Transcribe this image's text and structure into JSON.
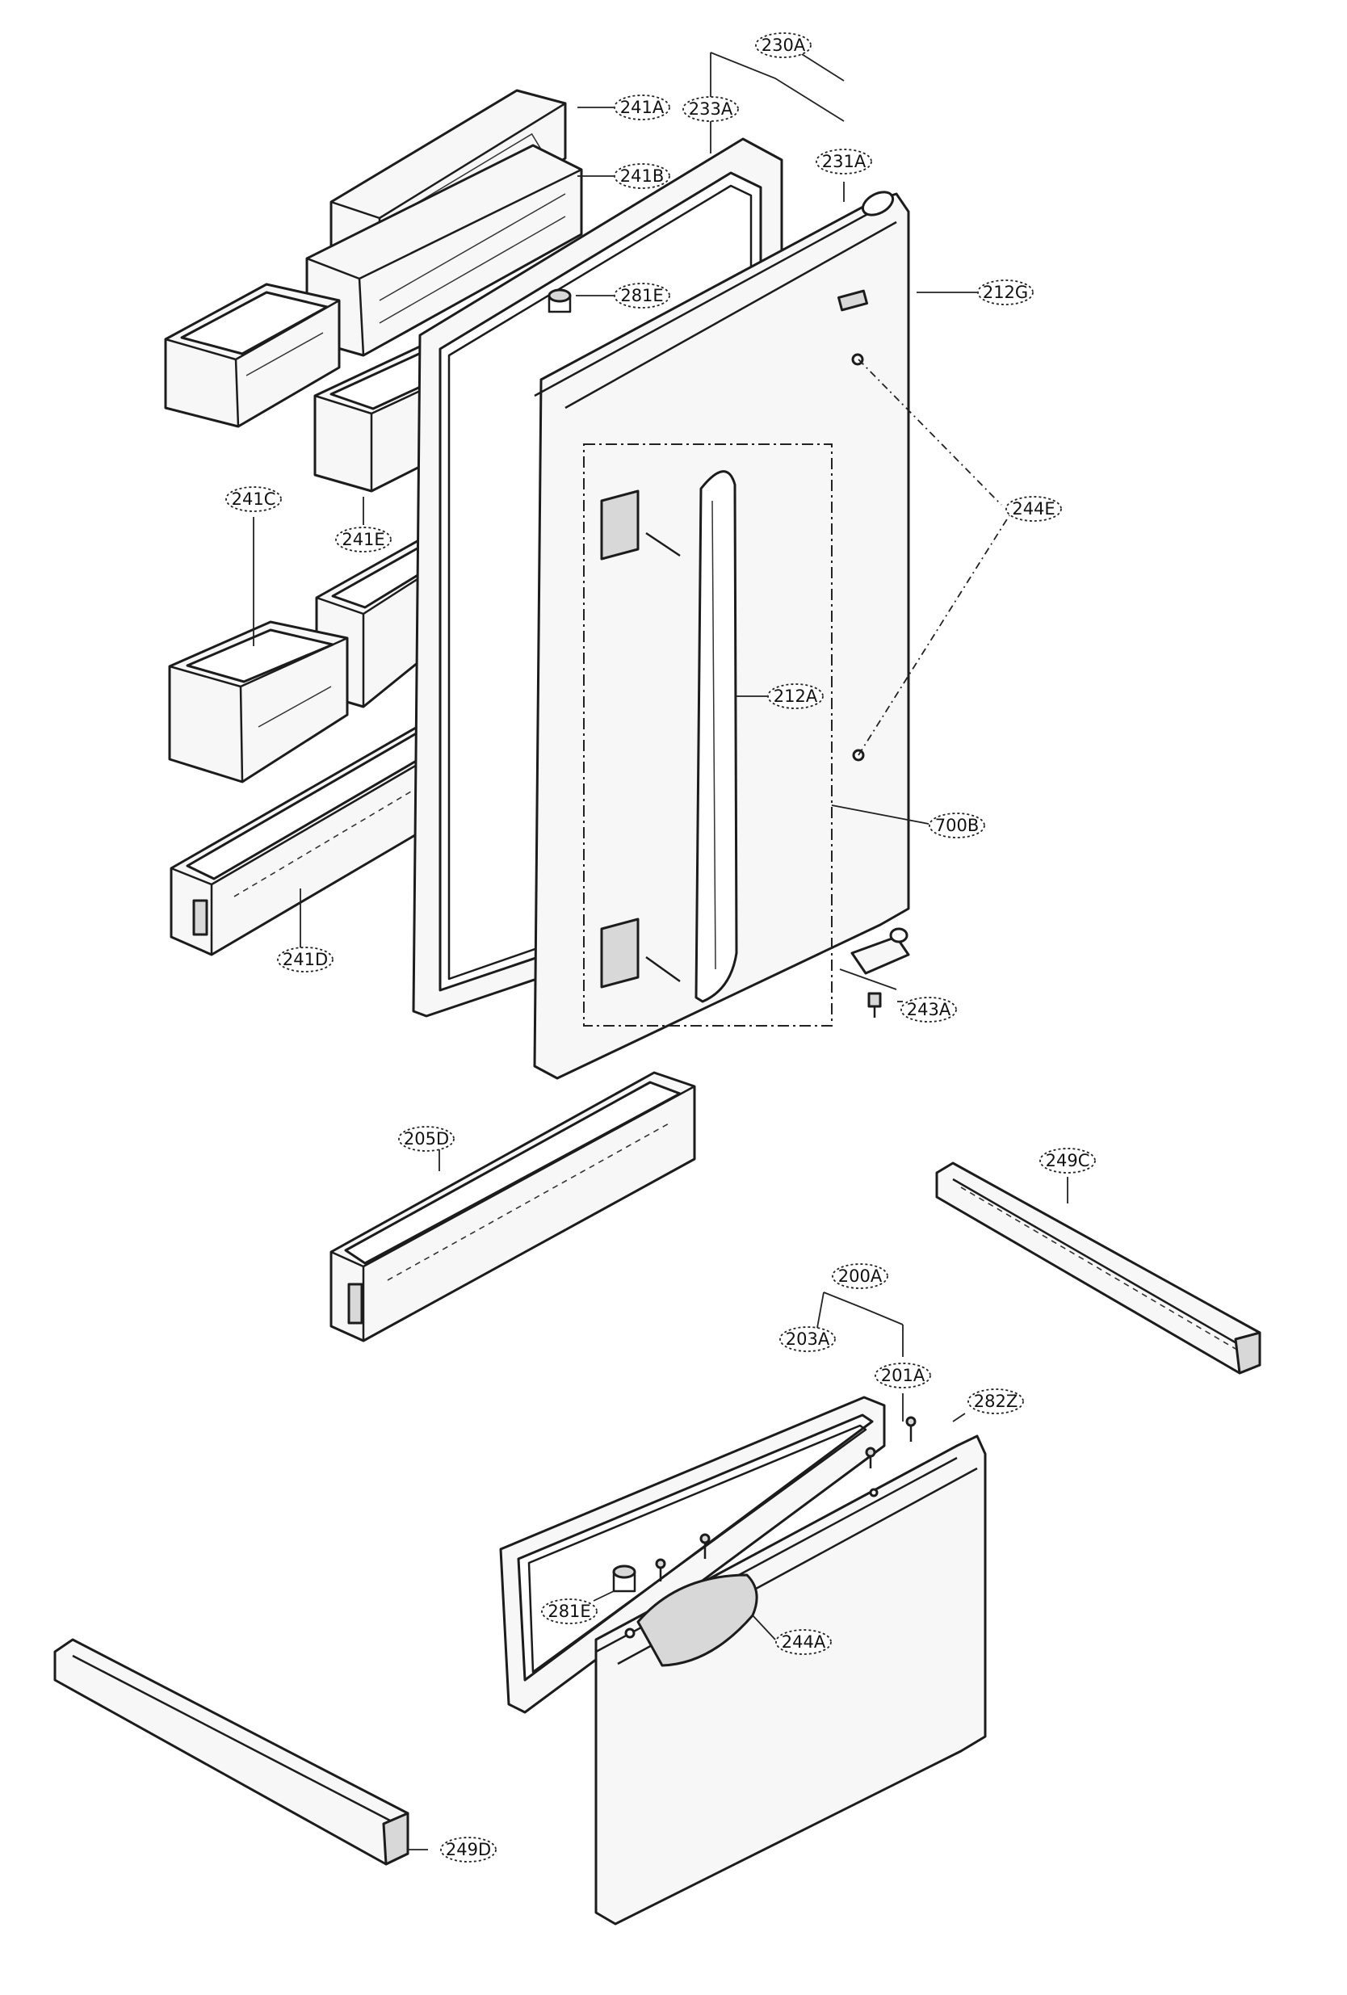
{
  "callouts": {
    "c230A": "230A",
    "c233A": "233A",
    "c231A": "231A",
    "c241A": "241A",
    "c241B": "241B",
    "c281E_top": "281E",
    "c212G": "212G",
    "c244E": "244E",
    "c241C": "241C",
    "c241E": "241E",
    "c212A": "212A",
    "c700B": "700B",
    "c241D": "241D",
    "c243A": "243A",
    "c205D": "205D",
    "c249C": "249C",
    "c200A": "200A",
    "c203A": "203A",
    "c201A": "201A",
    "c282Z": "282Z",
    "c281E_bottom": "281E",
    "c244A": "244A",
    "c249D": "249D"
  }
}
